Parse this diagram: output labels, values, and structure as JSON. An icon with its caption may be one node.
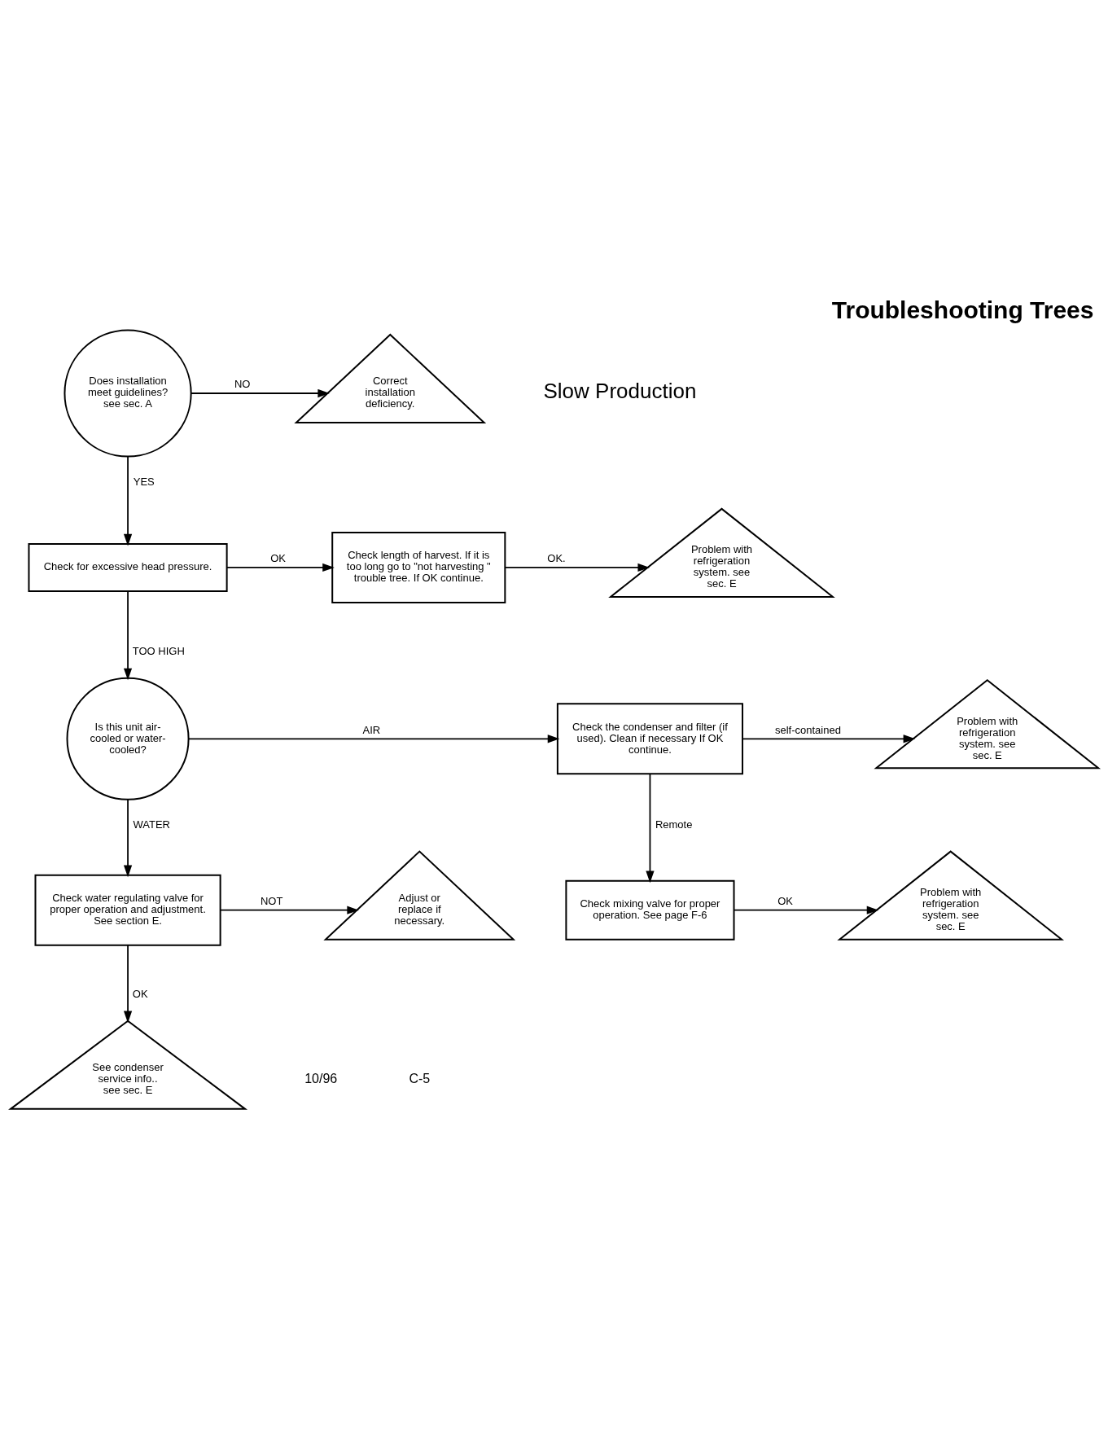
{
  "diagram": {
    "title": "Troubleshooting Trees",
    "nodes": [
      {
        "text": [
          "Does installation meet guidelines? see sec. A"
        ]
      },
      {
        "text": [
          "Correct installation deficiency."
        ]
      },
      {
        "text": [
          "Check for excessive head pressure."
        ]
      },
      {
        "text": [
          "Check length of harvest. If it is too long go to \"not harvesting \" trouble tree. If OK continue."
        ]
      },
      {
        "text": [
          "Problem with refrigeration system. see sec. E"
        ]
      },
      {
        "text": [
          "Is this unit air-cooled or water-cooled?"
        ]
      },
      {
        "text": [
          "Check the condenser and filter (if used). Clean if necessary If OK continue."
        ]
      },
      {
        "text": [
          "Problem with refrigeration system. see sec. E"
        ]
      },
      {
        "text": [
          "Check mixing valve for proper operation. See page F-6"
        ]
      },
      {
        "text": [
          "Problem with refrigeration system. see sec. E"
        ]
      },
      {
        "text": [
          "Check water regulating valve for proper operation and adjustment. See section E."
        ]
      },
      {
        "text": [
          "Adjust or replace if necessary."
        ]
      },
      {
        "text": [
          "See condenser service info.. see sec. E"
        ]
      }
    ],
    "edges": [
      {
        "from": 0,
        "to": 1,
        "arrow": "to",
        "label": "NO"
      },
      {
        "from": 0,
        "to": 2,
        "arrow": "to",
        "label": "YES"
      },
      {
        "from": 2,
        "to": 3,
        "arrow": "to",
        "label": "OK"
      },
      {
        "from": 3,
        "to": 4,
        "arrow": "to",
        "label": "OK."
      },
      {
        "from": 2,
        "to": 5,
        "arrow": "to",
        "label": "TOO HIGH"
      },
      {
        "from": 5,
        "to": 6,
        "arrow": "to",
        "label": "AIR"
      },
      {
        "from": 6,
        "to": 7,
        "arrow": "to",
        "label": "self-contained"
      },
      {
        "from": 6,
        "to": 8,
        "arrow": "to",
        "label": "Remote"
      },
      {
        "from": 8,
        "to": 9,
        "arrow": "to",
        "label": "OK"
      },
      {
        "from": 5,
        "to": 10,
        "arrow": "to",
        "label": "WATER"
      },
      {
        "from": 10,
        "to": 11,
        "arrow": "to",
        "label": "NOT"
      },
      {
        "from": 10,
        "to": 12,
        "arrow": "to",
        "label": "OK"
      }
    ],
    "labels": [
      "Slow Production",
      "10/96",
      "C-5"
    ]
  }
}
